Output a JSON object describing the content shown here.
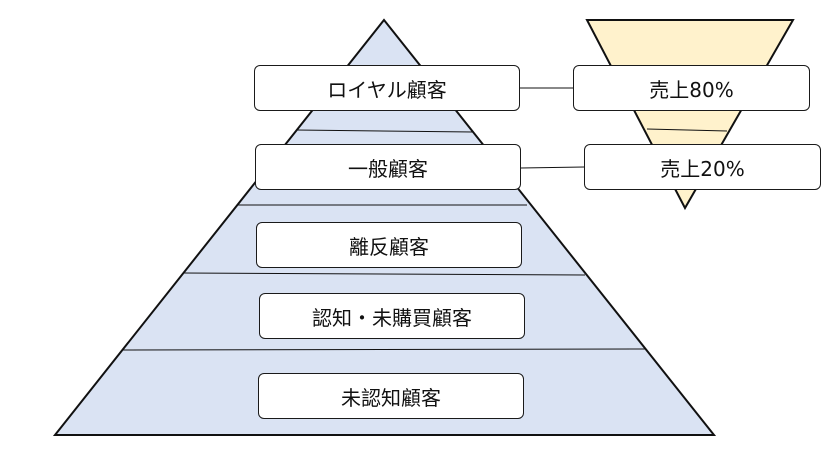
{
  "pyramid": {
    "fill": "#dae3f3",
    "stroke": "#111111",
    "levels": [
      {
        "label": "ロイヤル顧客"
      },
      {
        "label": "一般顧客"
      },
      {
        "label": "離反顧客"
      },
      {
        "label": "認知・未購買顧客"
      },
      {
        "label": "未認知顧客"
      }
    ]
  },
  "funnel": {
    "fill": "#fff2cc",
    "stroke": "#111111",
    "segments": [
      {
        "label": "売上80%"
      },
      {
        "label": "売上20%"
      }
    ]
  }
}
